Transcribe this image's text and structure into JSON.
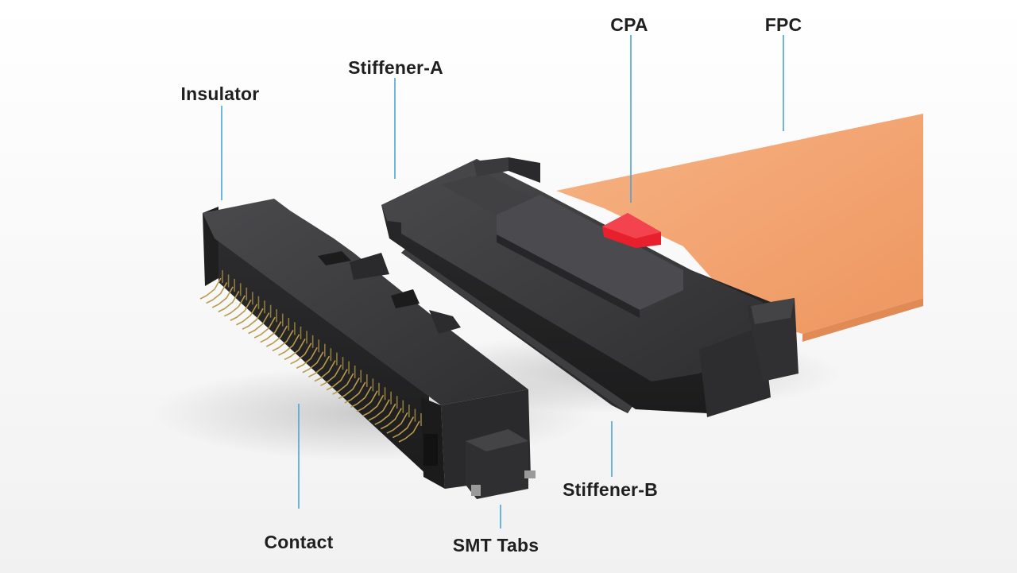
{
  "diagram": {
    "labels": {
      "insulator": "Insulator",
      "stiffener_a": "Stiffener-A",
      "cpa": "CPA",
      "fpc": "FPC",
      "contact": "Contact",
      "smt_tabs": "SMT Tabs",
      "stiffener_b": "Stiffener-B"
    },
    "colors": {
      "leader_line": "#4aa3d8",
      "fpc": "#f3a26e",
      "cpa": "#e8202e",
      "connector_body": "#3a3a3c",
      "contact_pins": "#b89a4a",
      "background": "#ffffff"
    }
  }
}
